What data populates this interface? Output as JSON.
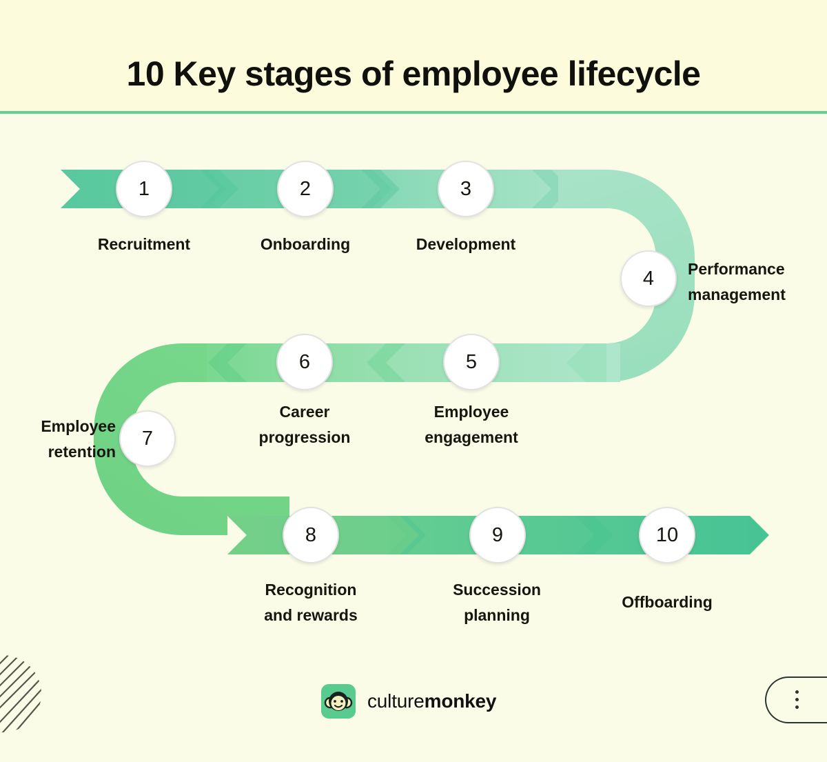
{
  "header": {
    "title": "10 Key stages of employee lifecycle",
    "rule_color": "#63CE96",
    "background": "#FCFBDC"
  },
  "page": {
    "background": "#FBFCE8",
    "text_color": "#16160F"
  },
  "chart_data": {
    "type": "diagram",
    "subtype": "snake-process-flow",
    "title": "10 Key stages of employee lifecycle",
    "direction": "boustrophedon: row 1 left-to-right, row 2 right-to-left, row 3 left-to-right",
    "rows": 3,
    "step_count": 10,
    "ribbon_colors": {
      "row1_start": "#5FCBA0",
      "row1_end": "#A4E2C4",
      "row2_start": "#A9E4C8",
      "row2_end": "#77D68C",
      "row3_start": "#74D088",
      "row3_end": "#4BC595"
    },
    "node_fill": "#FFFFFF",
    "node_border": "#E2E2E2",
    "steps": [
      {
        "number": "1",
        "label": "Recruitment",
        "row": 1,
        "label_align": "center"
      },
      {
        "number": "2",
        "label": "Onboarding",
        "row": 1,
        "label_align": "center"
      },
      {
        "number": "3",
        "label": "Development",
        "row": 1,
        "label_align": "center"
      },
      {
        "number": "4",
        "label": "Performance\nmanagement",
        "row": 1,
        "label_align": "left"
      },
      {
        "number": "5",
        "label": "Employee\nengagement",
        "row": 2,
        "label_align": "center"
      },
      {
        "number": "6",
        "label": "Career\nprogression",
        "row": 2,
        "label_align": "center"
      },
      {
        "number": "7",
        "label": "Employee\nretention",
        "row": 2,
        "label_align": "right"
      },
      {
        "number": "8",
        "label": "Recognition\nand rewards",
        "row": 3,
        "label_align": "center"
      },
      {
        "number": "9",
        "label": "Succession\nplanning",
        "row": 3,
        "label_align": "center"
      },
      {
        "number": "10",
        "label": "Offboarding",
        "row": 3,
        "label_align": "center"
      }
    ]
  },
  "footer": {
    "brand_light": "culture",
    "brand_bold": "monkey",
    "brand_mark_color": "#5ACB8E",
    "logo_icon": "monkey-face-icon"
  },
  "controls": {
    "menu_icon": "kebab-menu-icon",
    "menu_dots": "⋮"
  },
  "decor": {
    "hatch_icon": "diagonal-hatch-circle"
  }
}
